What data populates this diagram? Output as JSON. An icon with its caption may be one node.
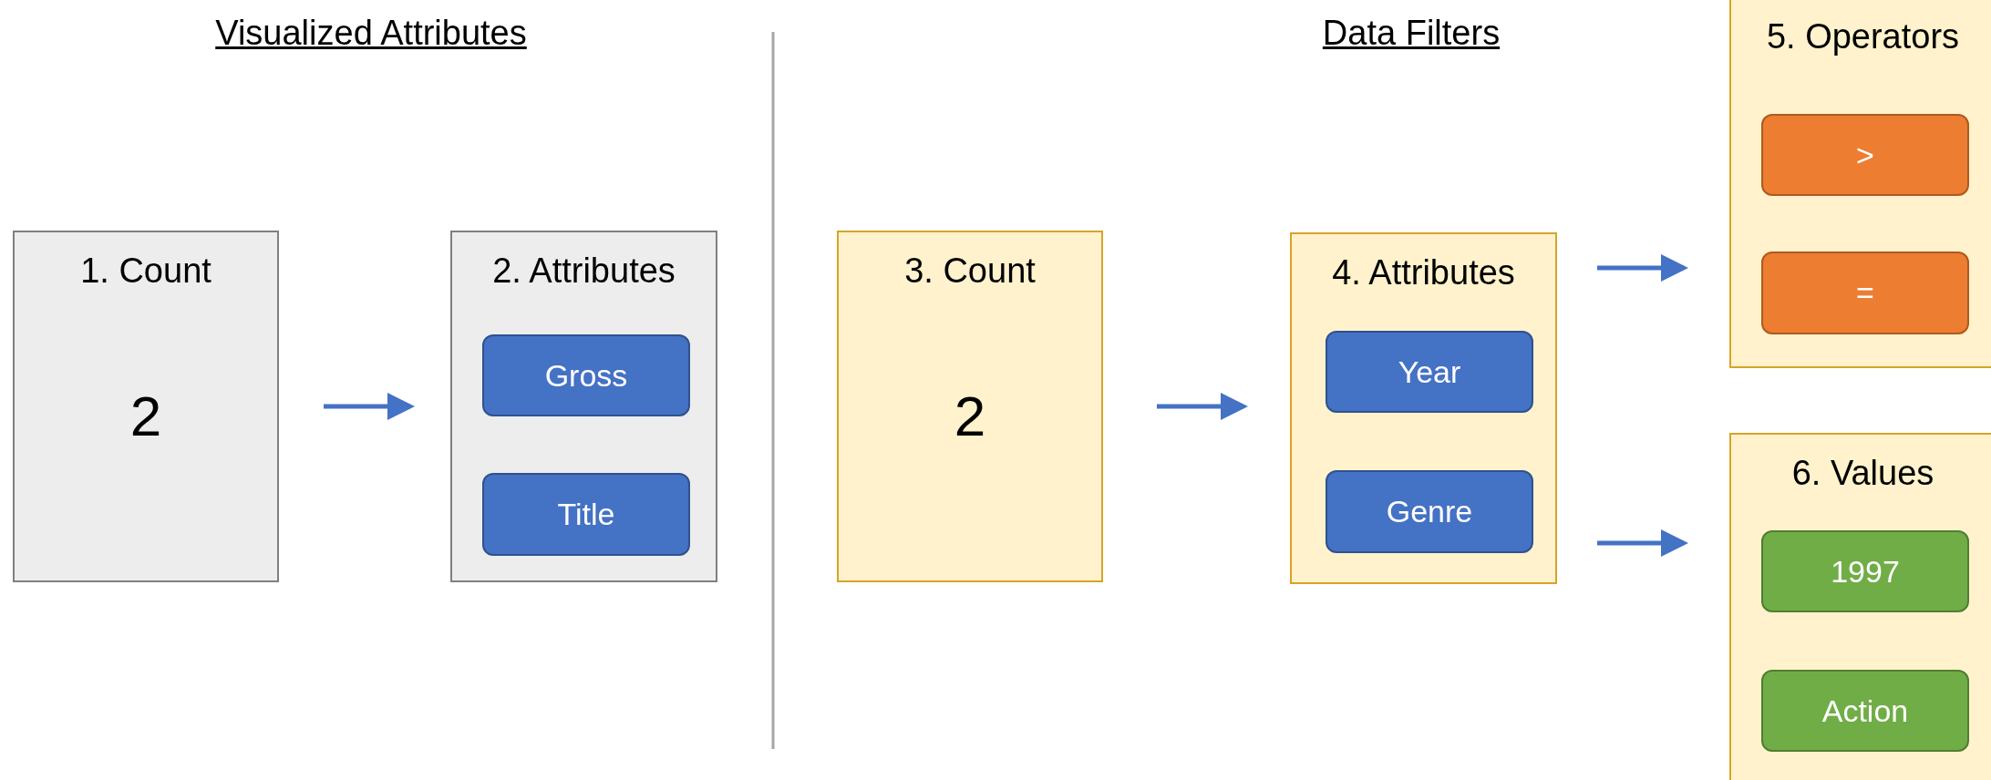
{
  "diagram": {
    "nodes": [
      {
        "text": [
          "1. Count",
          "2"
        ]
      },
      {
        "text": [
          "2. Attributes"
        ]
      },
      {
        "text": [
          "Gross"
        ],
        "in": 1
      },
      {
        "text": [
          "Title"
        ],
        "in": 1
      },
      {
        "text": [
          "3. Count",
          "2"
        ]
      },
      {
        "text": [
          "4. Attributes"
        ]
      },
      {
        "text": [
          "Year"
        ],
        "in": 5
      },
      {
        "text": [
          "Genre"
        ],
        "in": 5
      },
      {
        "text": [
          "5. Operators"
        ]
      },
      {
        "text": [
          ">"
        ],
        "in": 8
      },
      {
        "text": [
          "="
        ],
        "in": 8
      },
      {
        "text": [
          "6. Values"
        ]
      },
      {
        "text": [
          "1997"
        ],
        "in": 11
      },
      {
        "text": [
          "Action"
        ],
        "in": 11
      }
    ],
    "edges": [
      {
        "from": 0,
        "to": 1,
        "arrow": "to"
      },
      {
        "from": 4,
        "to": 5,
        "arrow": "to"
      },
      {
        "from": 5,
        "to": 8,
        "arrow": "to"
      },
      {
        "from": 5,
        "to": 11,
        "arrow": "to"
      }
    ],
    "labels": [
      "Visualized Attributes",
      "Data Filters"
    ]
  }
}
